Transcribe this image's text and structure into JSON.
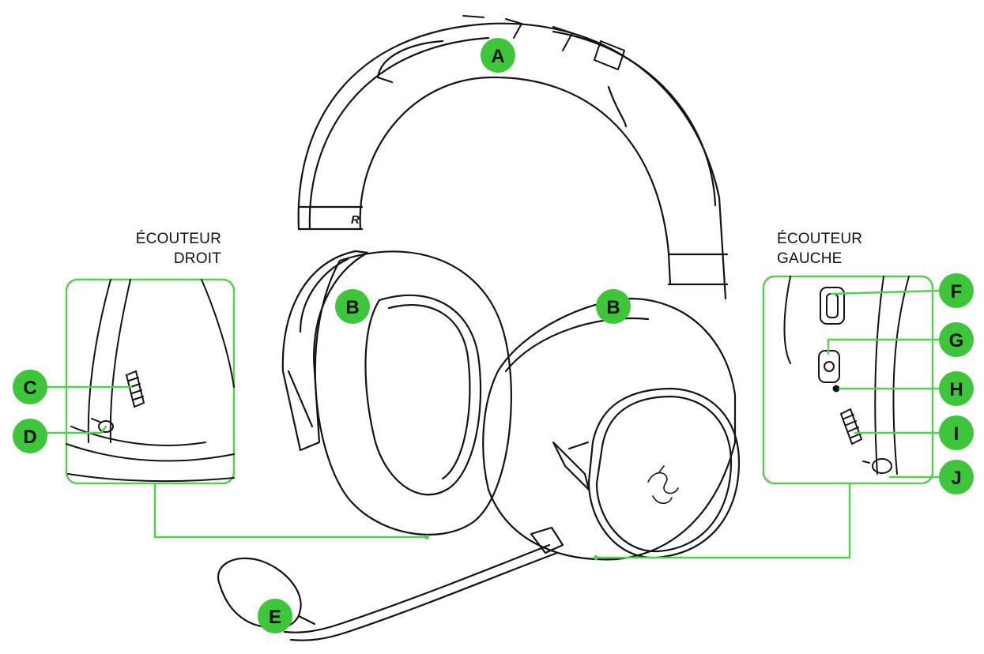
{
  "colors": {
    "callout_green": "#3ec63a",
    "line_green": "#52d24a",
    "outline": "#141414"
  },
  "callouts": [
    {
      "letter": "A"
    },
    {
      "letter": "B"
    },
    {
      "letter": "B"
    },
    {
      "letter": "C"
    },
    {
      "letter": "D"
    },
    {
      "letter": "E"
    },
    {
      "letter": "F"
    },
    {
      "letter": "G"
    },
    {
      "letter": "H"
    },
    {
      "letter": "I"
    },
    {
      "letter": "J"
    }
  ],
  "labels": {
    "right_ear_line1": "ÉCOUTEUR",
    "right_ear_line2": "DROIT",
    "left_ear_line1": "ÉCOUTEUR",
    "left_ear_line2": "GAUCHE"
  },
  "icons": [
    "headset-illustration",
    "razer-snake-logo",
    "usb-c-port-icon",
    "power-button-icon",
    "mic-mute-slider-icon"
  ]
}
